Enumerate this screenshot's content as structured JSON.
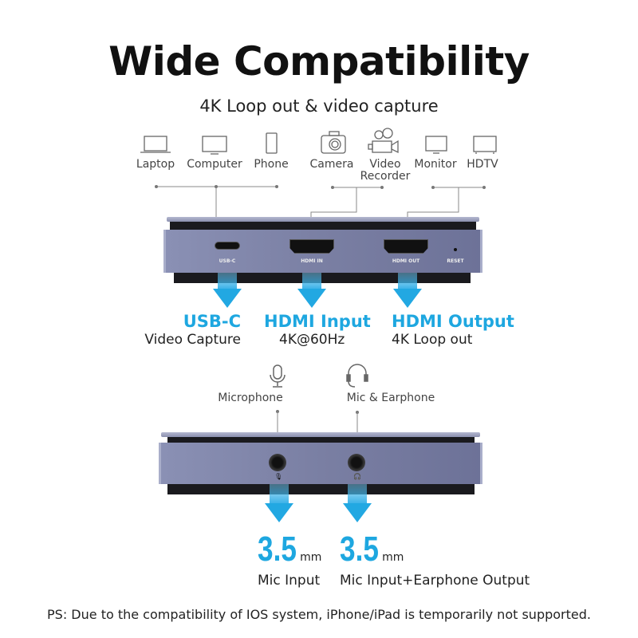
{
  "title": "Wide Compatibility",
  "subtitle": "4K Loop out & video capture",
  "devices": [
    {
      "label": "Laptop",
      "icon": "laptop-icon"
    },
    {
      "label": "Computer",
      "icon": "computer-icon"
    },
    {
      "label": "Phone",
      "icon": "phone-icon"
    },
    {
      "label": "Camera",
      "icon": "camera-icon"
    },
    {
      "label": "Video Recorder",
      "icon": "video-recorder-icon"
    },
    {
      "label": "Monitor",
      "icon": "monitor-icon"
    },
    {
      "label": "HDTV",
      "icon": "tv-icon"
    }
  ],
  "ports": {
    "usbc": "USB-C",
    "hdmi_in": "HDMI IN",
    "hdmi_out": "HDMI OUT",
    "reset": "RESET"
  },
  "features": [
    {
      "title": "USB-C",
      "desc": "Video Capture"
    },
    {
      "title": "HDMI Input",
      "desc": "4K@60Hz"
    },
    {
      "title": "HDMI Output",
      "desc": "4K Loop out"
    }
  ],
  "audio_devices": [
    {
      "label": "Microphone"
    },
    {
      "label": "Mic & Earphone"
    }
  ],
  "audio": [
    {
      "size": "3.5",
      "unit": "mm",
      "desc": "Mic Input"
    },
    {
      "size": "3.5",
      "unit": "mm",
      "desc": "Mic Input+Earphone Output"
    }
  ],
  "note": "PS: Due to the compatibility of IOS system, iPhone/iPad is temporarily not supported.",
  "colors": {
    "accent": "#1ea7e0",
    "device": "#7a7fa3"
  }
}
